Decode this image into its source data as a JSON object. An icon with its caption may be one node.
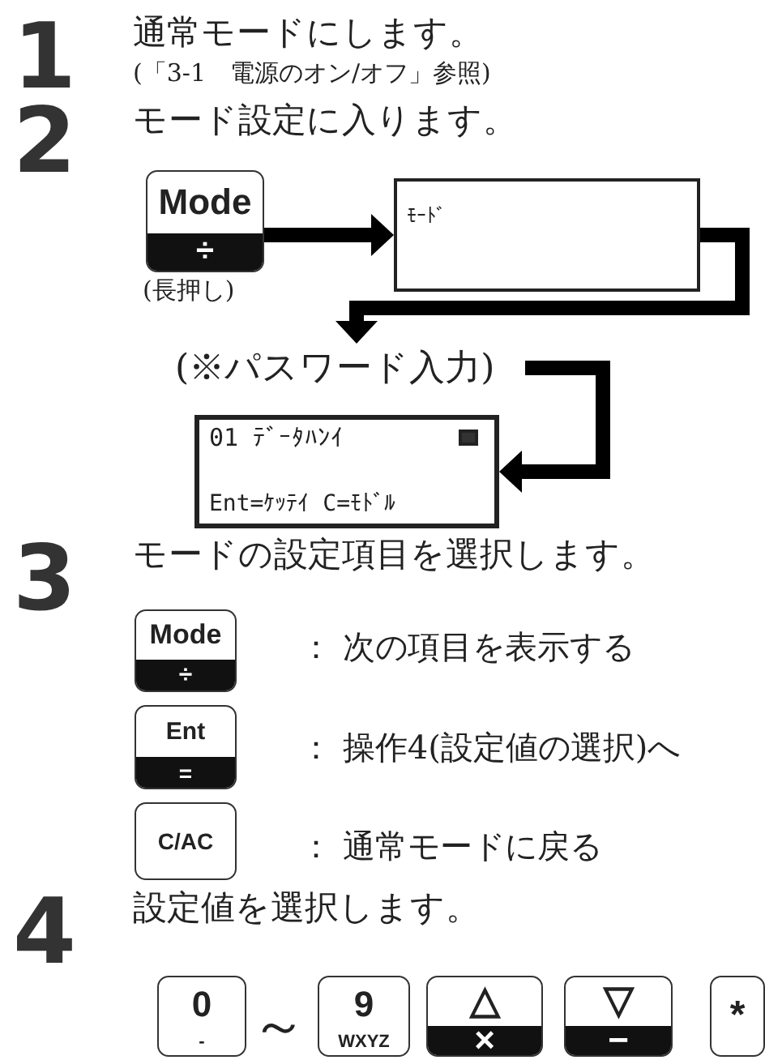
{
  "diagram": {
    "nodes": [
      {
        "text": [
          "Mode",
          "÷"
        ],
        "beside": [
          "(長押し)"
        ]
      },
      {
        "text": [
          "ﾓｰﾄﾞ"
        ]
      },
      {
        "text": [
          "(※パスワード入力)"
        ]
      },
      {
        "text": [
          "01 ﾃﾞｰﾀﾊﾝｲ",
          "Ent=ｹｯﾃｲ C=ﾓﾄﾞﾙ"
        ]
      },
      {
        "text": [
          "Mode",
          "÷"
        ],
        "beside": [
          "： 次の項目を表示する"
        ]
      },
      {
        "text": [
          "Ent",
          "="
        ],
        "beside": [
          "： 操作4(設定値の選択)へ"
        ]
      },
      {
        "text": [
          "C/AC"
        ],
        "beside": [
          "： 通常モードに戻る"
        ]
      },
      {
        "text": [
          "0",
          "-"
        ]
      },
      {
        "text": [
          "9",
          "WXYZ"
        ]
      },
      {
        "text": [
          "△",
          "×"
        ]
      },
      {
        "text": [
          "▽",
          "−"
        ]
      },
      {
        "text": [
          "*"
        ]
      }
    ],
    "edges": [
      {
        "from": 0,
        "to": 1,
        "arrow": "to"
      },
      {
        "from": 1,
        "to": 2,
        "arrow": "to"
      },
      {
        "from": 2,
        "to": 3,
        "arrow": "to"
      }
    ],
    "labels": [
      "1",
      "通常モードにします。",
      "(「3-1　電源のオン/オフ」参照)",
      "2",
      "モード設定に入ります。",
      "3",
      "モードの設定項目を選択します。",
      "4",
      "設定値を選択します。",
      "～"
    ]
  }
}
